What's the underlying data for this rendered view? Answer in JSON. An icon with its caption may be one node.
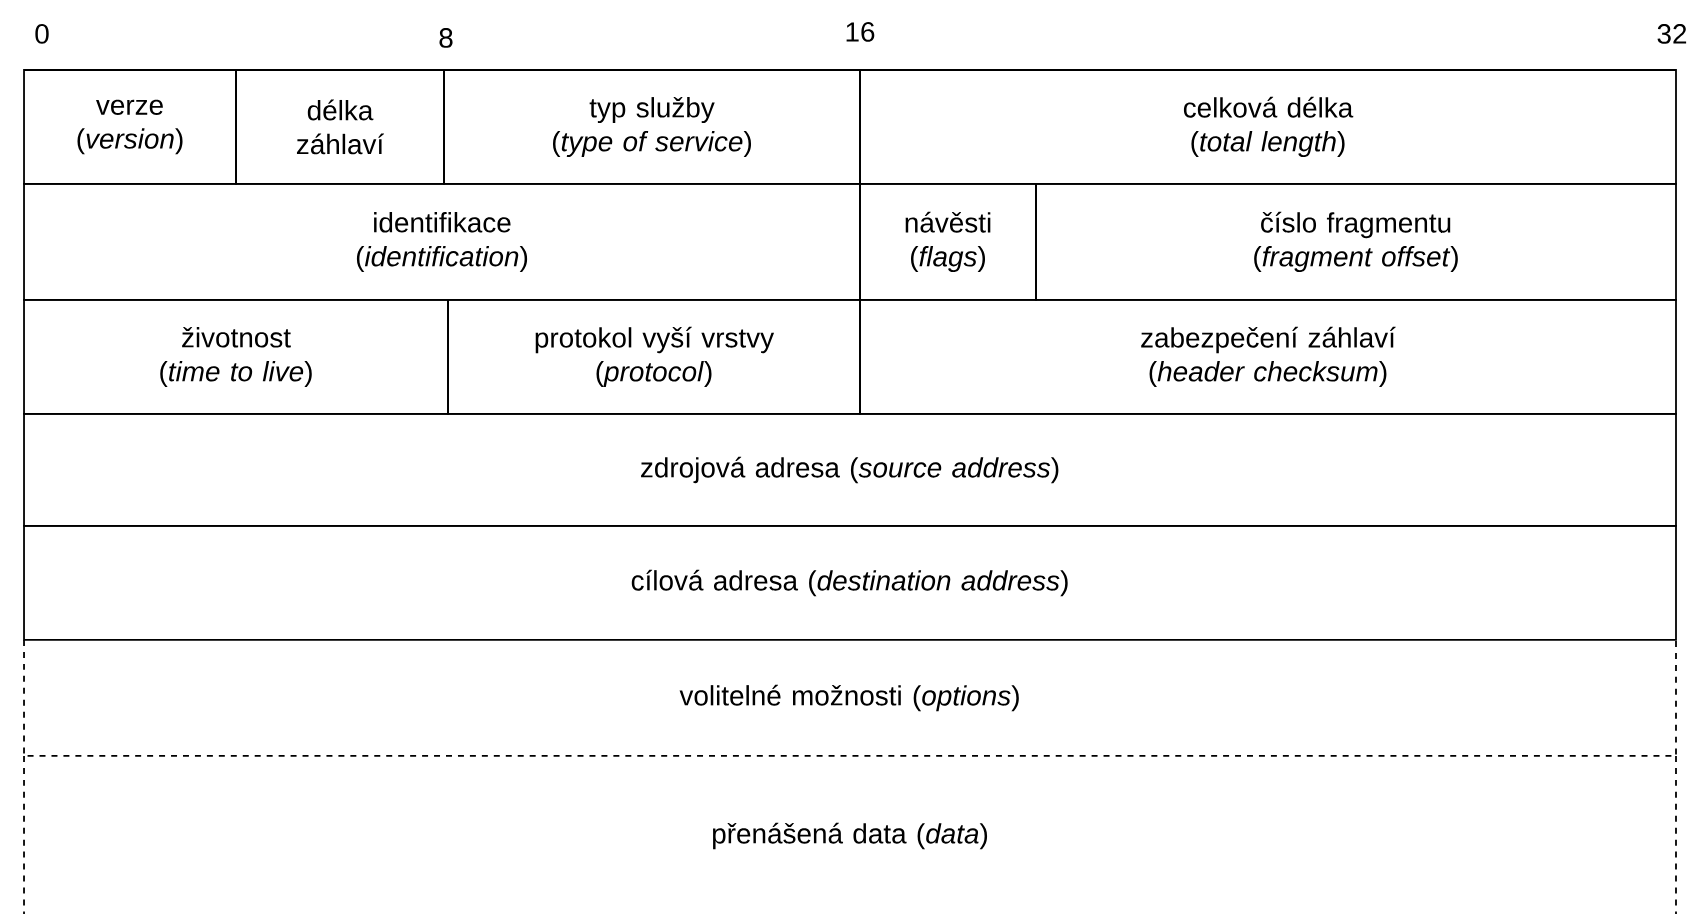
{
  "diagram": {
    "nodes": [
      {
        "text": [
          "verze",
          "(*version*)"
        ]
      },
      {
        "text": [
          "délka záhlaví"
        ]
      },
      {
        "text": [
          "typ služby",
          "(*type of service*)"
        ]
      },
      {
        "text": [
          "celková délka",
          "(*total length*)"
        ]
      },
      {
        "text": [
          "identifikace",
          "(*identification*)"
        ]
      },
      {
        "text": [
          "návěsti",
          "(*flags*)"
        ]
      },
      {
        "text": [
          "číslo fragmentu",
          "(*fragment offset*)"
        ]
      },
      {
        "text": [
          "životnost",
          "(*time to live*)"
        ]
      },
      {
        "text": [
          "protokol vyší vrstvy",
          "(*protocol*)"
        ]
      },
      {
        "text": [
          "zabezpečení záhlaví",
          "(*header checksum*)"
        ]
      },
      {
        "text": [
          "zdrojová adresa (*source address*)"
        ]
      },
      {
        "text": [
          "cílová adresa (*destination address*)"
        ]
      },
      {
        "text": [
          "volitelné možnosti (*options*)"
        ]
      },
      {
        "text": [
          "přenášená data (*data*)"
        ]
      }
    ],
    "labels": [
      "0",
      "8",
      "16",
      "32"
    ]
  }
}
